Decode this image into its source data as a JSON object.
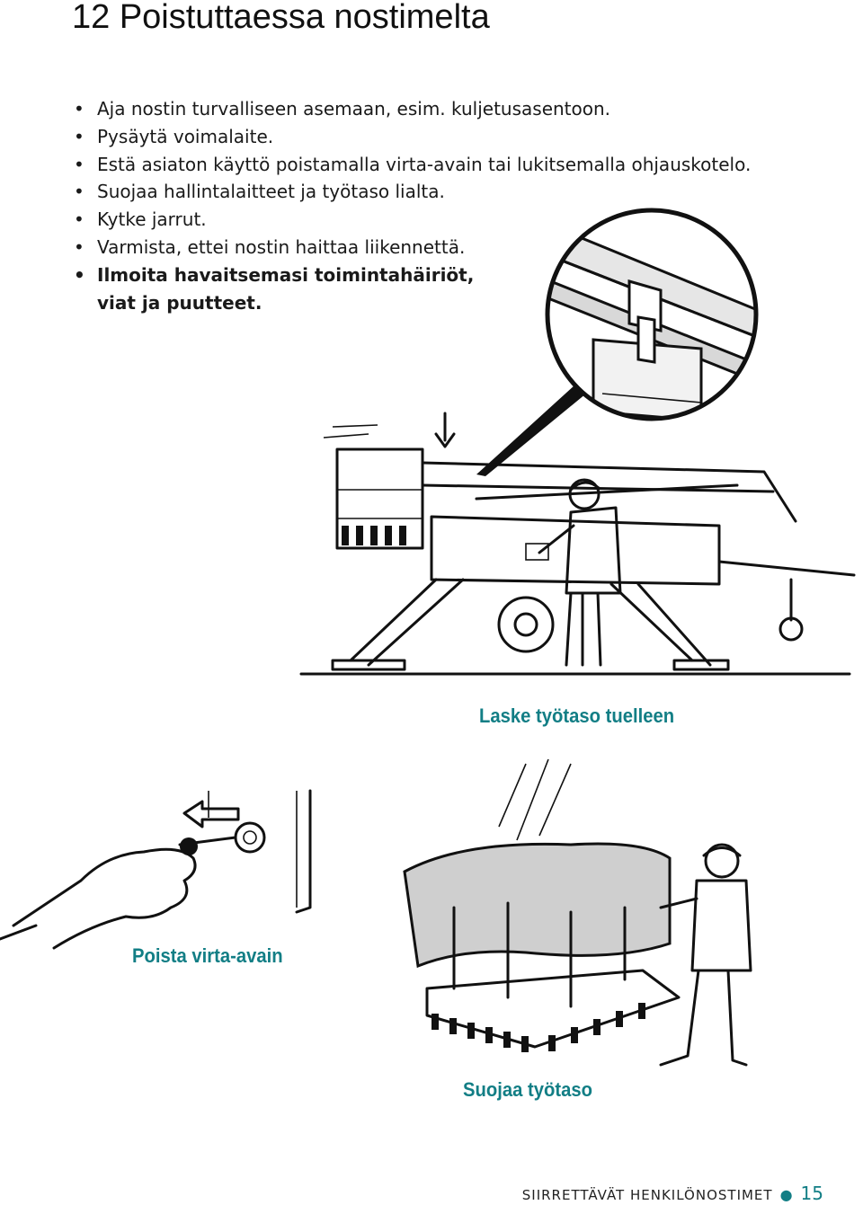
{
  "page": {
    "title": "12 Poistuttaessa nostimelta",
    "bullets": [
      "Aja nostin turvalliseen asemaan, esim. kuljetusasentoon.",
      "Pysäytä voimalaite.",
      "Estä asiaton käyttö poistamalla virta-avain tai lukitsemalla ohjauskotelo.",
      "Suojaa hallintalaitteet ja työtaso lialta.",
      "Kytke jarrut.",
      "Varmista, ettei nostin haittaa liikennettä.",
      "Ilmoita havaitsemasi toimintahäiriöt, viat ja puutteet."
    ],
    "captions": {
      "lower_platform": "Laske työtaso tuelleen",
      "remove_key": "Poista virta-avain",
      "protect_platform": "Suojaa työtaso"
    },
    "footer": {
      "publication": "SIIRRETTÄVÄT HENKILÖNOSTIMET",
      "page_number": "15"
    },
    "colors": {
      "accent": "#127e85",
      "ink": "#111111"
    },
    "illustrations": [
      "lift-illustration",
      "detail-zoom-illustration",
      "key-removal-illustration",
      "platform-cover-illustration"
    ]
  }
}
